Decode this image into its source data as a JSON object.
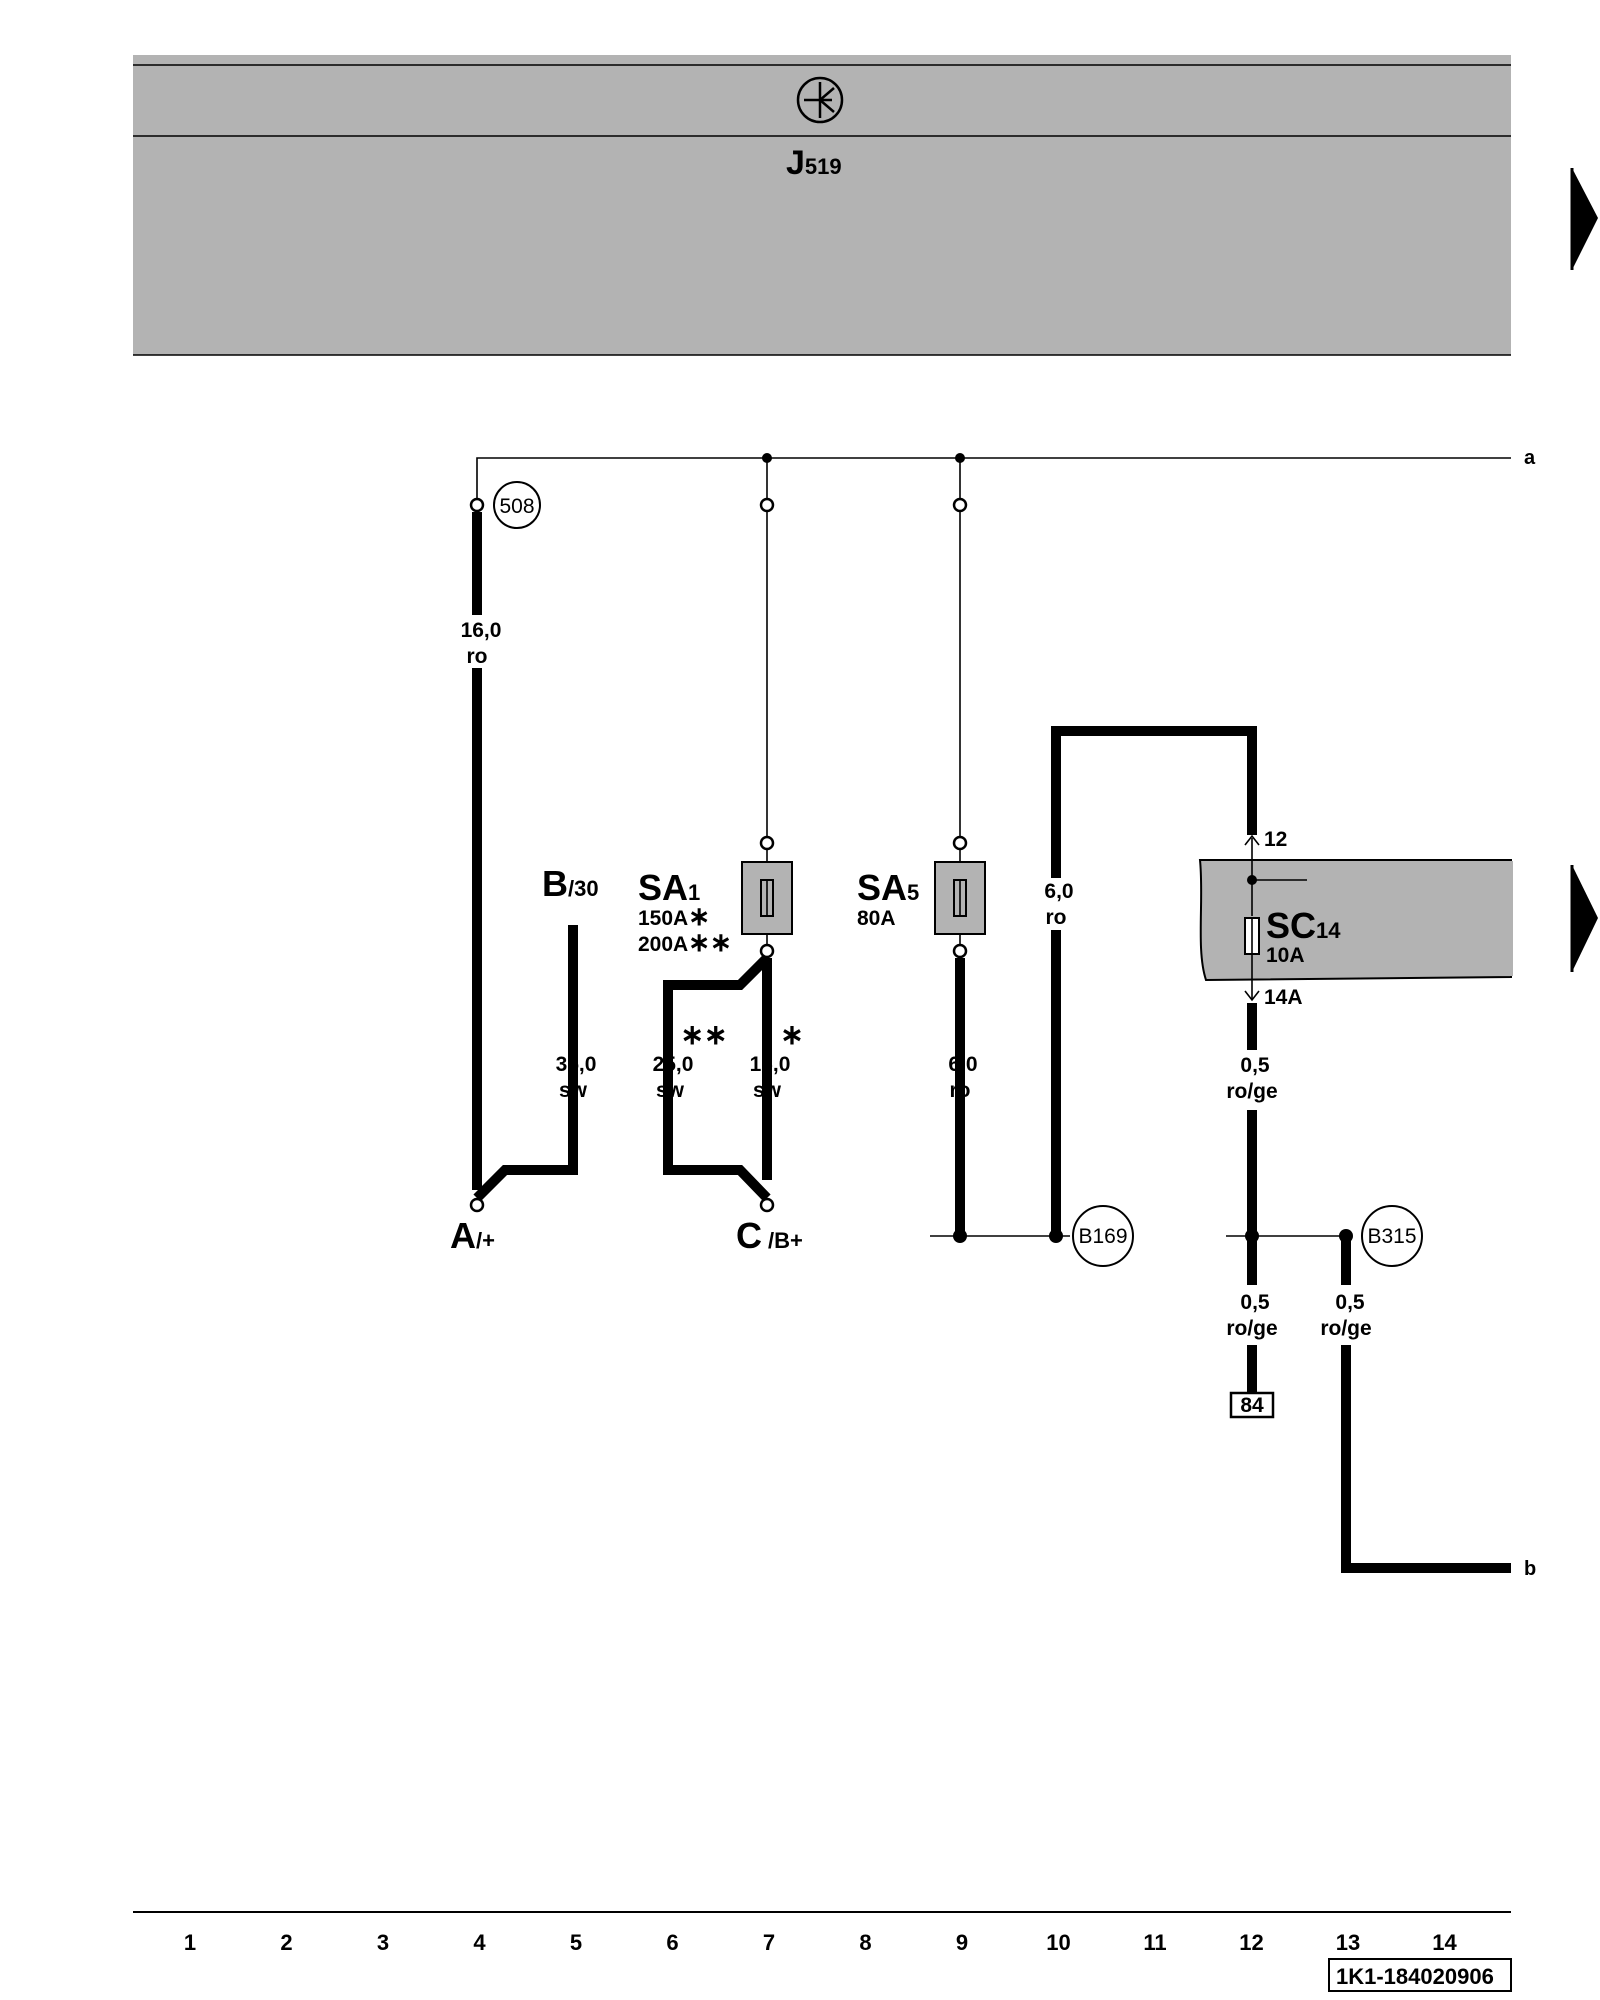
{
  "header": {
    "component_main": "J",
    "component_sub": "519",
    "icon": "relay-symbol-icon"
  },
  "line_labels": {
    "a": "a",
    "b": "b"
  },
  "connections": {
    "c508": "508",
    "b169": "B169",
    "b315": "B315"
  },
  "fuses": {
    "sa1": {
      "main": "SA",
      "sub": "1",
      "rating1": "150A",
      "mark1": "∗",
      "rating2": "200A",
      "mark2": "∗∗"
    },
    "sa5": {
      "main": "SA",
      "sub": "5",
      "rating": "80A"
    },
    "sc14": {
      "main": "SC",
      "sub": "14",
      "rating": "10A",
      "pin_top": "12",
      "pin_bottom": "14A"
    }
  },
  "terminals": {
    "a": {
      "main": "A",
      "sub": "/+"
    },
    "b": {
      "main": "B",
      "sub": "/30"
    },
    "c": {
      "main": "C",
      "sub": "/B+"
    }
  },
  "wires": {
    "w4": {
      "size": "16,0",
      "color": "ro"
    },
    "w5": {
      "size": "35,0",
      "color": "sw"
    },
    "w6": {
      "size": "25,0",
      "color": "sw",
      "mark": "∗∗"
    },
    "w7": {
      "size": "16,0",
      "color": "sw",
      "mark": "∗"
    },
    "w9": {
      "size": "6,0",
      "color": "ro"
    },
    "w10": {
      "size": "6,0",
      "color": "ro"
    },
    "w12": {
      "size": "0,5",
      "color": "ro/ge"
    },
    "w12b": {
      "size": "0,5",
      "color": "ro/ge"
    },
    "w13": {
      "size": "0,5",
      "color": "ro/ge"
    }
  },
  "ref_box": "84",
  "columns": [
    "1",
    "2",
    "3",
    "4",
    "5",
    "6",
    "7",
    "8",
    "9",
    "10",
    "11",
    "12",
    "13",
    "14"
  ],
  "doc_id": "1K1-184020906"
}
